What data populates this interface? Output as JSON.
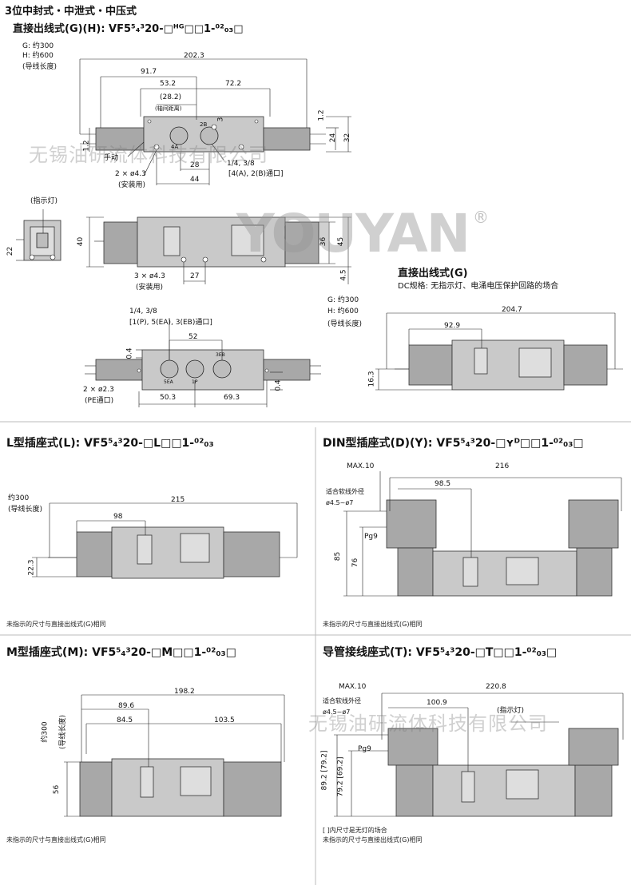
{
  "section_top": {
    "title": "3位中封式・中泄式・中压式",
    "subtitle": "直接出线式(G)(H): VF5⁵₄³20-□ᴴᴳ□□1-⁰²₀₃□",
    "lead_g": "G: 约300",
    "lead_h": "H: 约600",
    "lead_note": "(导线长度)",
    "dims": {
      "d202_3": "202.3",
      "d91_7": "91.7",
      "d53_2": "53.2",
      "d72_2": "72.2",
      "d28_2": "(28.2)",
      "d28_2_note": "(轴间距离)",
      "d1_2a": "1.2",
      "d1_2b": "1.2",
      "d3": "3",
      "d24": "24",
      "d32": "32",
      "d28": "28",
      "d44": "44",
      "manual": "手动",
      "holes_a": "2 × ø4.3",
      "holes_a_note": "(安装用)",
      "port_size": "1/4, 3/8",
      "port_note": "[4(A), 2(B)通口]",
      "port_2b": "2B",
      "port_4a": "4A"
    }
  },
  "section_front": {
    "indicator": "(指示灯)",
    "d22": "22",
    "d40": "40",
    "d36": "36",
    "d45": "45",
    "d4_5": "4.5",
    "d27": "27",
    "holes": "3 × ø4.3",
    "holes_note": "(安装用)"
  },
  "section_bottom": {
    "port_size": "1/4, 3/8",
    "port_note": "[1(P), 5(EA), 3(EB)通口]",
    "d52": "52",
    "d0_4a": "0.4",
    "d0_4b": "0.4",
    "d50_3": "50.3",
    "d69_3": "69.3",
    "pe_holes": "2 × ø2.3",
    "pe_note": "(PE通口)",
    "port_5ea": "5EA",
    "port_1p": "1P",
    "port_3eb": "3EB"
  },
  "section_g": {
    "title": "直接出线式(G)",
    "desc": "DC规格: 无指示灯、电涌电压保护回路的场合",
    "lead_g": "G: 约300",
    "lead_h": "H: 约600",
    "lead_note": "(导线长度)",
    "d204_7": "204.7",
    "d92_9": "92.9",
    "d16_3": "16.3"
  },
  "panel_l": {
    "title": "L型插座式(L): VF5⁵₄³20-□L□□1-⁰²₀₃",
    "lead": "约300",
    "lead_note": "(导线长度)",
    "d215": "215",
    "d98": "98",
    "d22_3": "22.3",
    "note": "未指示的尺寸与直接出线式(G)相同"
  },
  "panel_din": {
    "title": "DIN型插座式(D)(Y): VF5⁵₄³20-□ʏᴰ□□1-⁰²₀₃□",
    "max": "MAX.10",
    "d216": "216",
    "cable": "适合软线外径",
    "cable_range": "ø4.5~ø7",
    "d98_5": "98.5",
    "pg9": "Pg9",
    "d85": "85",
    "d76": "76",
    "note": "未指示的尺寸与直接出线式(G)相同"
  },
  "panel_m": {
    "title": "M型插座式(M): VF5⁵₄³20-□M□□1-⁰²₀₃□",
    "d198_2": "198.2",
    "lead": "约300",
    "lead_note": "(导线长度)",
    "d89_6": "89.6",
    "d84_5": "84.5",
    "d103_5": "103.5",
    "d56": "56",
    "note": "未指示的尺寸与直接出线式(G)相同"
  },
  "panel_t": {
    "title": "导管接线座式(T): VF5⁵₄³20-□T□□1-⁰²₀₃□",
    "max": "MAX.10",
    "d220_8": "220.8",
    "cable": "适合软线外径",
    "cable_range": "ø4.5~ø7",
    "d100_9": "100.9",
    "indicator": "(指示灯)",
    "pg9": "Pg9",
    "d89_2": "89.2 [79.2]",
    "d79_2": "79.2 [69.2]",
    "note1": "[  ]内尺寸是无灯的场合",
    "note2": "未指示的尺寸与直接出线式(G)相同"
  },
  "watermark": {
    "logo": "YOUYAN",
    "reg": "®",
    "company": "无锡油研流体科技有限公司"
  }
}
